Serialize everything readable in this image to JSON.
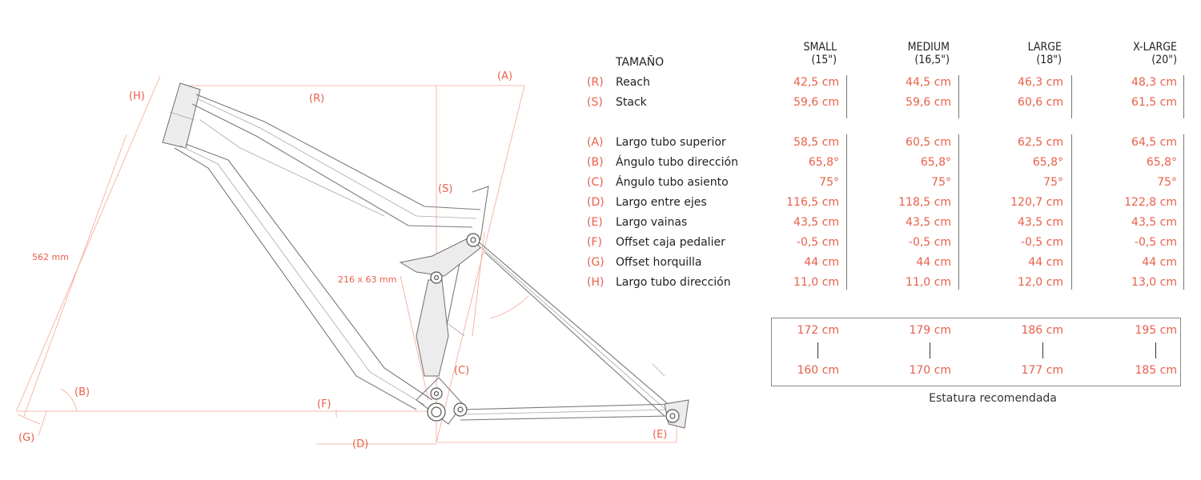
{
  "diagram": {
    "labels": {
      "A": "(A)",
      "B": "(B)",
      "C": "(C)",
      "D": "(D)",
      "E": "(E)",
      "F": "(F)",
      "G": "(G)",
      "H": "(H)",
      "R": "(R)",
      "S": "(S)",
      "fork_length": "562 mm",
      "shock_size": "216 x 63 mm"
    }
  },
  "table": {
    "size_header": "TAMAÑO",
    "sizes": [
      {
        "name": "SMALL",
        "inch": "(15\")"
      },
      {
        "name": "MEDIUM",
        "inch": "(16,5\")"
      },
      {
        "name": "LARGE",
        "inch": "(18\")"
      },
      {
        "name": "X-LARGE",
        "inch": "(20\")"
      }
    ],
    "rows": [
      {
        "letter": "(R)",
        "label": "Reach",
        "values": [
          "42,5 cm",
          "44,5 cm",
          "46,3 cm",
          "48,3 cm"
        ]
      },
      {
        "letter": "(S)",
        "label": "Stack",
        "values": [
          "59,6 cm",
          "59,6 cm",
          "60,6 cm",
          "61,5 cm"
        ]
      },
      {
        "letter": "(A)",
        "label": "Largo tubo superior",
        "values": [
          "58,5 cm",
          "60,5 cm",
          "62,5 cm",
          "64,5 cm"
        ]
      },
      {
        "letter": "(B)",
        "label": "Ángulo tubo dirección",
        "values": [
          "65,8°",
          "65,8°",
          "65,8°",
          "65,8°"
        ]
      },
      {
        "letter": "(C)",
        "label": "Ángulo tubo asiento",
        "values": [
          "75°",
          "75°",
          "75°",
          "75°"
        ]
      },
      {
        "letter": "(D)",
        "label": "Largo entre ejes",
        "values": [
          "116,5 cm",
          "118,5 cm",
          "120,7 cm",
          "122,8 cm"
        ]
      },
      {
        "letter": "(E)",
        "label": "Largo vainas",
        "values": [
          "43,5 cm",
          "43,5 cm",
          "43,5 cm",
          "43,5 cm"
        ]
      },
      {
        "letter": "(F)",
        "label": "Offset caja pedalier",
        "values": [
          "-0,5 cm",
          "-0,5 cm",
          "-0,5 cm",
          "-0,5 cm"
        ]
      },
      {
        "letter": "(G)",
        "label": "Offset horquilla",
        "values": [
          "44 cm",
          "44 cm",
          "44 cm",
          "44 cm"
        ]
      },
      {
        "letter": "(H)",
        "label": "Largo tubo dirección",
        "values": [
          "11,0 cm",
          "11,0 cm",
          "12,0 cm",
          "13,0 cm"
        ]
      }
    ]
  },
  "stature": {
    "max": [
      "172 cm",
      "179 cm",
      "186 cm",
      "195 cm"
    ],
    "min": [
      "160 cm",
      "170 cm",
      "177 cm",
      "185 cm"
    ],
    "caption": "Estatura recomendada"
  },
  "colors": {
    "accent": "#e8604a",
    "dimension_line": "#f0a895",
    "frame_line": "#7a7a7a",
    "text": "#222222"
  }
}
